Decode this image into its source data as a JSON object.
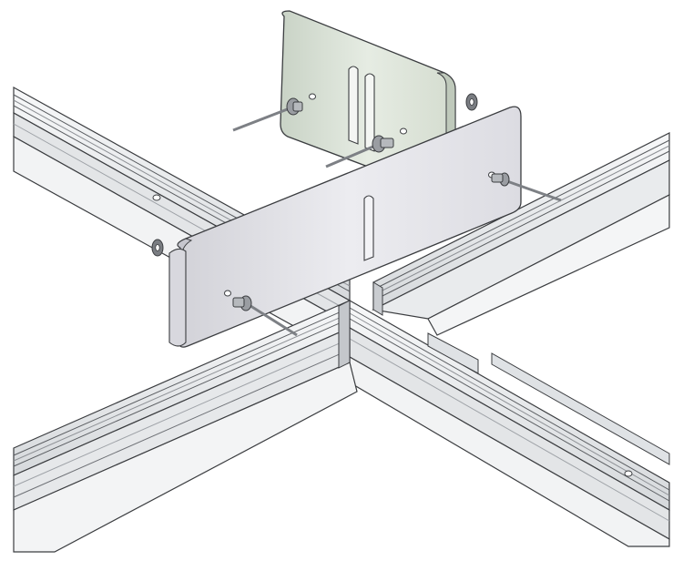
{
  "diagram": {
    "background": "#ffffff",
    "colors": {
      "rail_light": "#eef0f1",
      "rail_mid": "#d9dcdf",
      "rail_shadow": "#a9adb2",
      "outline": "#3b3d40",
      "splice_plate_back": "#dfe6dd",
      "splice_plate_front": "#e4e4e8",
      "rivet_metal": "#8c8f94",
      "washer_dark": "#6f7277"
    },
    "parts": [
      "main-rail-back-left",
      "main-rail-front-right",
      "cross-rail-right",
      "cross-rail-left",
      "splice-plate-rear",
      "splice-plate-front",
      "rivet",
      "washer"
    ]
  }
}
